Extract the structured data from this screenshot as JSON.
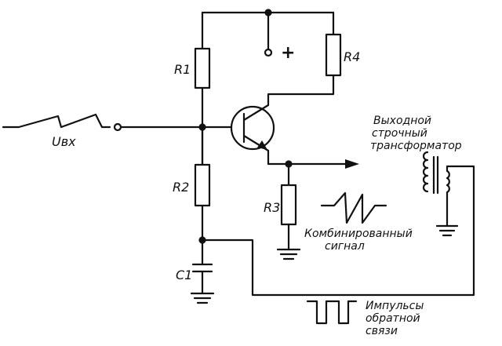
{
  "labels": {
    "plus": "+",
    "r1": "R1",
    "r2": "R2",
    "r3": "R3",
    "r4": "R4",
    "c1": "C1",
    "uin": "Uвх",
    "transformer": [
      "Выходной",
      "строчный",
      "трансформатор"
    ],
    "combined": [
      "Комбинированный",
      "сигнал"
    ],
    "feedback": [
      "Импульсы",
      "обратной",
      "связи"
    ]
  },
  "colors": {
    "ink": "#111111",
    "background": "#ffffff"
  }
}
